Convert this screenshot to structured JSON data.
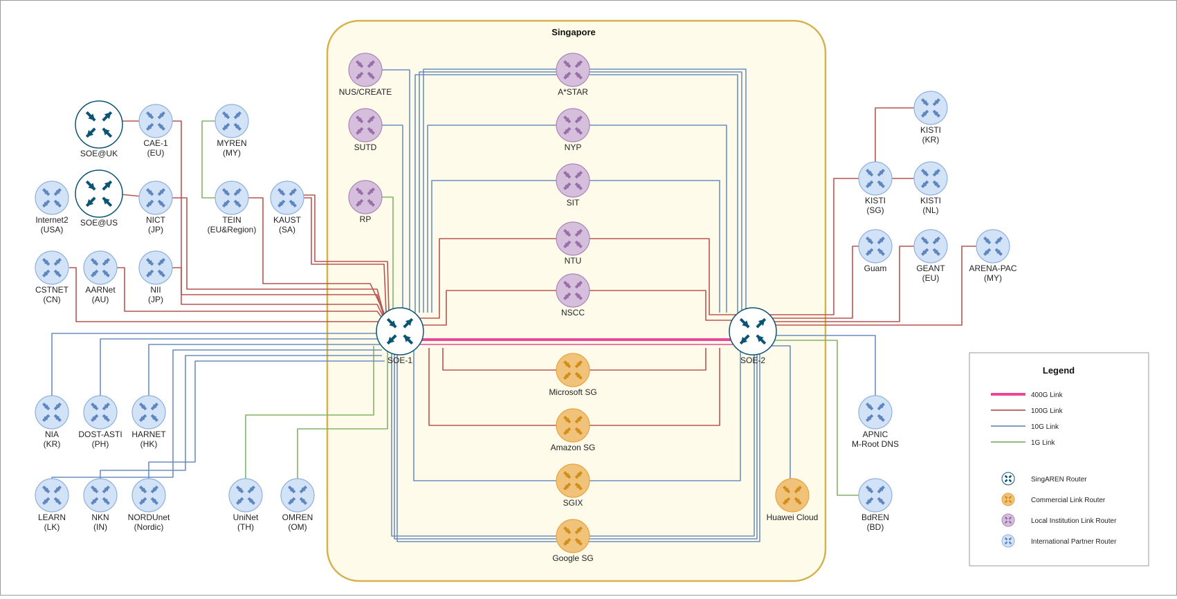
{
  "region_title": "Singapore",
  "colors": {
    "link_400g": "#E9479A",
    "link_100g": "#B85450",
    "link_10g": "#6C8EBF",
    "link_1g": "#82B366",
    "singaren": "#0B5474",
    "commercial": "#F0C27A",
    "local": "#D5BFDD",
    "international": "#D2E2F7",
    "region_fill": "#FFFBEA",
    "region_border": "#D4B24E"
  },
  "routers": [
    {
      "id": "soe_uk",
      "lines": [
        "SOE@UK"
      ],
      "kind": "singaren",
      "big": true
    },
    {
      "id": "soe_us",
      "lines": [
        "SOE@US"
      ],
      "kind": "singaren",
      "big": true
    },
    {
      "id": "soe1",
      "lines": [
        "SOE-1"
      ],
      "kind": "singaren",
      "big": true
    },
    {
      "id": "soe2",
      "lines": [
        "SOE-2"
      ],
      "kind": "singaren",
      "big": true
    },
    {
      "id": "cae1",
      "lines": [
        "CAE-1",
        "(EU)"
      ],
      "kind": "international"
    },
    {
      "id": "myren",
      "lines": [
        "MYREN",
        "(MY)"
      ],
      "kind": "international"
    },
    {
      "id": "internet2",
      "lines": [
        "Internet2",
        "(USA)"
      ],
      "kind": "international"
    },
    {
      "id": "nict",
      "lines": [
        "NICT",
        "(JP)"
      ],
      "kind": "international"
    },
    {
      "id": "tein",
      "lines": [
        "TEIN",
        "(EU&Region)"
      ],
      "kind": "international"
    },
    {
      "id": "kaust",
      "lines": [
        "KAUST",
        "(SA)"
      ],
      "kind": "international"
    },
    {
      "id": "cstnet",
      "lines": [
        "CSTNET",
        "(CN)"
      ],
      "kind": "international"
    },
    {
      "id": "aarnet",
      "lines": [
        "AARNet",
        "(AU)"
      ],
      "kind": "international"
    },
    {
      "id": "nii",
      "lines": [
        "NII",
        "(JP)"
      ],
      "kind": "international"
    },
    {
      "id": "nia",
      "lines": [
        "NIA",
        "(KR)"
      ],
      "kind": "international"
    },
    {
      "id": "dost",
      "lines": [
        "DOST-ASTI",
        "(PH)"
      ],
      "kind": "international"
    },
    {
      "id": "harnet",
      "lines": [
        "HARNET",
        "(HK)"
      ],
      "kind": "international"
    },
    {
      "id": "learn",
      "lines": [
        "LEARN",
        "(LK)"
      ],
      "kind": "international"
    },
    {
      "id": "nkn",
      "lines": [
        "NKN",
        "(IN)"
      ],
      "kind": "international"
    },
    {
      "id": "nordunet",
      "lines": [
        "NORDUnet",
        "(Nordic)"
      ],
      "kind": "international"
    },
    {
      "id": "uninet",
      "lines": [
        "UniNet",
        "(TH)"
      ],
      "kind": "international"
    },
    {
      "id": "omren",
      "lines": [
        "OMREN",
        "(OM)"
      ],
      "kind": "international"
    },
    {
      "id": "nus",
      "lines": [
        "NUS/CREATE"
      ],
      "kind": "local"
    },
    {
      "id": "sutd",
      "lines": [
        "SUTD"
      ],
      "kind": "local"
    },
    {
      "id": "rp",
      "lines": [
        "RP"
      ],
      "kind": "local"
    },
    {
      "id": "astar",
      "lines": [
        "A*STAR"
      ],
      "kind": "local"
    },
    {
      "id": "nyp",
      "lines": [
        "NYP"
      ],
      "kind": "local"
    },
    {
      "id": "sit",
      "lines": [
        "SIT"
      ],
      "kind": "local"
    },
    {
      "id": "ntu",
      "lines": [
        "NTU"
      ],
      "kind": "local"
    },
    {
      "id": "nscc",
      "lines": [
        "NSCC"
      ],
      "kind": "local"
    },
    {
      "id": "microsoft",
      "lines": [
        "Microsoft SG"
      ],
      "kind": "commercial"
    },
    {
      "id": "amazon",
      "lines": [
        "Amazon SG"
      ],
      "kind": "commercial"
    },
    {
      "id": "sgix",
      "lines": [
        "SGIX"
      ],
      "kind": "commercial"
    },
    {
      "id": "google",
      "lines": [
        "Google SG"
      ],
      "kind": "commercial"
    },
    {
      "id": "huawei",
      "lines": [
        "Huawei Cloud"
      ],
      "kind": "commercial"
    },
    {
      "id": "kisti_kr",
      "lines": [
        "KISTI",
        "(KR)"
      ],
      "kind": "international"
    },
    {
      "id": "kisti_sg",
      "lines": [
        "KISTI",
        "(SG)"
      ],
      "kind": "international"
    },
    {
      "id": "kisti_nl",
      "lines": [
        "KISTI",
        "(NL)"
      ],
      "kind": "international"
    },
    {
      "id": "guam",
      "lines": [
        "Guam"
      ],
      "kind": "international"
    },
    {
      "id": "geant",
      "lines": [
        "GEANT",
        "(EU)"
      ],
      "kind": "international"
    },
    {
      "id": "arena",
      "lines": [
        "ARENA-PAC",
        "(MY)"
      ],
      "kind": "international"
    },
    {
      "id": "apnic",
      "lines": [
        "APNIC",
        "M-Root DNS"
      ],
      "kind": "international"
    },
    {
      "id": "bdren",
      "lines": [
        "BdREN",
        "(BD)"
      ],
      "kind": "international"
    }
  ],
  "legend": {
    "title": "Legend",
    "links": [
      {
        "label": "400G Link",
        "type": "link_400g"
      },
      {
        "label": "100G Link",
        "type": "link_100g"
      },
      {
        "label": "10G Link",
        "type": "link_10g"
      },
      {
        "label": "1G Link",
        "type": "link_1g"
      }
    ],
    "routers": [
      {
        "label": "SingAREN Router",
        "kind": "singaren"
      },
      {
        "label": "Commercial Link Router",
        "kind": "commercial"
      },
      {
        "label": "Local Institution Link Router",
        "kind": "local"
      },
      {
        "label": "International Partner Router",
        "kind": "international"
      }
    ]
  }
}
